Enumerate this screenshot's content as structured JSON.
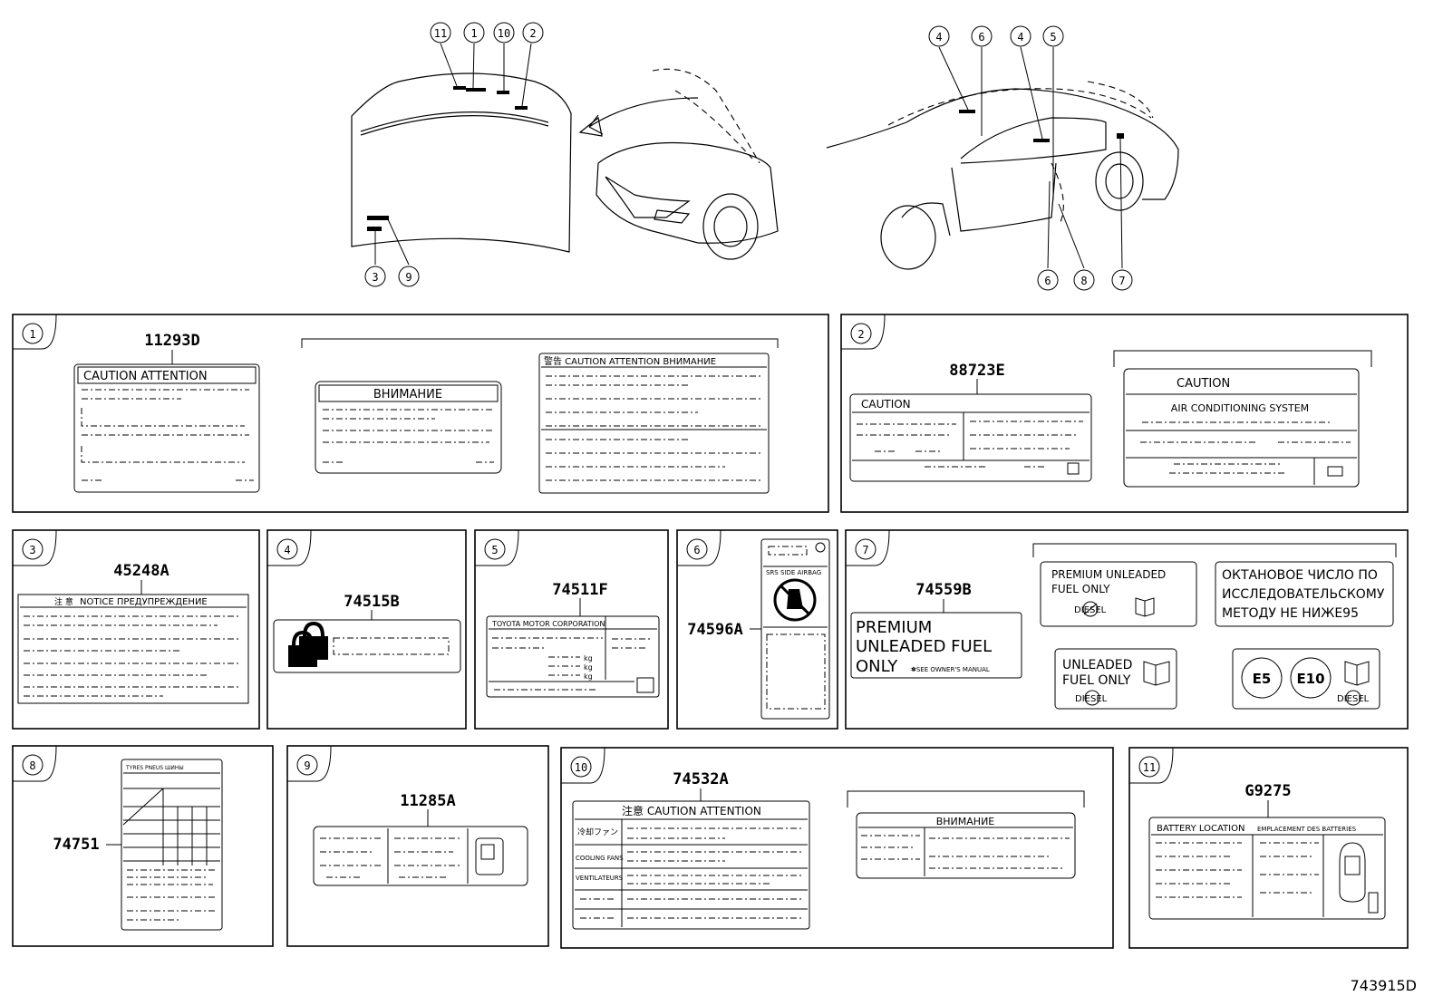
{
  "diagram_id": "743915D",
  "overview_callouts": {
    "hood": [
      "11",
      "1",
      "10",
      "2",
      "3",
      "9"
    ],
    "body": [
      "4",
      "6",
      "4",
      "5",
      "6",
      "8",
      "7"
    ]
  },
  "sections": [
    {
      "num": "1",
      "parts": [
        "11293D"
      ],
      "labels": {
        "caution_attention": "CAUTION   ATTENTION",
        "ru": "ВНИМАНИЕ",
        "multi": "警告  CAUTION  ATTENTION  ВНИМАНИЕ"
      }
    },
    {
      "num": "2",
      "parts": [
        "88723E"
      ],
      "labels": {
        "caution": "CAUTION",
        "caution2": "CAUTION",
        "ac": "AIR CONDITIONING SYSTEM"
      }
    },
    {
      "num": "3",
      "parts": [
        "45248A"
      ],
      "labels": {
        "notice": "NOTICE  ПРЕДУПРЕЖДЕНИЕ",
        "pre": "注 意"
      }
    },
    {
      "num": "4",
      "parts": [
        "74515B"
      ]
    },
    {
      "num": "5",
      "parts": [
        "74511F"
      ],
      "labels": {
        "corp": "TOYOTA  MOTOR  CORPORATION",
        "kg1": "kg",
        "kg2": "kg",
        "kg3": "kg"
      }
    },
    {
      "num": "6",
      "parts": [
        "74596A"
      ],
      "labels": {
        "srs": "SRS  SIDE  AIRBAG"
      }
    },
    {
      "num": "7",
      "parts": [
        "74559B"
      ],
      "labels": {
        "premium_big": [
          "PREMIUM",
          "UNLEADED FUEL",
          "ONLY"
        ],
        "see_manual": "✽SEE OWNER'S MANUAL",
        "premium_small": [
          "PREMIUM  UNLEADED",
          "FUEL ONLY"
        ],
        "diesel": "DIESEL",
        "ru_lines": [
          "ОКТАНОВОЕ  ЧИСЛО  ПО",
          "ИССЛЕДОВАТЕЛЬСКОМУ",
          "МЕТОДУ  НЕ  НИЖЕ95"
        ],
        "unleaded": [
          "UNLEADED",
          "FUEL ONLY"
        ],
        "e5": "E5",
        "e10": "E10"
      }
    },
    {
      "num": "8",
      "parts": [
        "74751"
      ],
      "labels": {
        "tyres": "TYRES  PNEUS  ШИНЫ"
      }
    },
    {
      "num": "9",
      "parts": [
        "11285A"
      ]
    },
    {
      "num": "10",
      "parts": [
        "74532A"
      ],
      "labels": {
        "header": "注意  CAUTION  ATTENTION",
        "jp_fan": "冷却ファン",
        "cooling": "COOLING FANS",
        "vent": "VENTILATEURS",
        "ru": "ВНИМАНИЕ"
      }
    },
    {
      "num": "11",
      "parts": [
        "G9275"
      ],
      "labels": {
        "batt": "BATTERY LOCATION",
        "batt_fr": "EMPLACEMENT DES BATTERIES"
      }
    }
  ]
}
